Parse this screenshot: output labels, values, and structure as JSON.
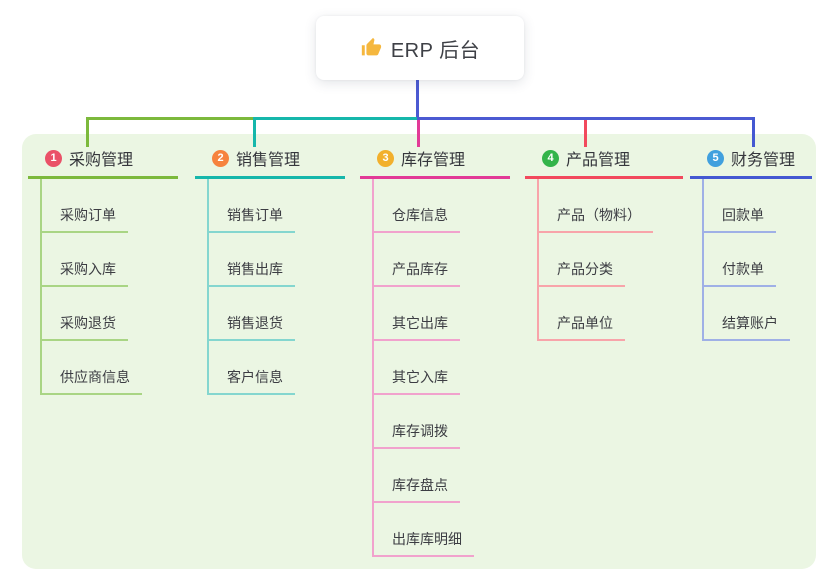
{
  "root": {
    "title": "ERP 后台",
    "icon": "thumbs-up-icon"
  },
  "colors": {
    "canvas_bg": "#ffffff",
    "panel_bg": "#ebf6e3",
    "root_line": "#4b5ad2",
    "root_card_bg": "#ffffff",
    "title_text": "#3e4046",
    "node_text": "#3c3d43",
    "thumb_icon": "#f5b73e"
  },
  "branches": [
    {
      "num": "1",
      "name": "采购管理",
      "color": "#7cb93c",
      "light": "#a9d584",
      "badge": "#ea5168",
      "items": [
        "采购订单",
        "采购入库",
        "采购退货",
        "供应商信息"
      ]
    },
    {
      "num": "2",
      "name": "销售管理",
      "color": "#16b7ab",
      "light": "#84d6cf",
      "badge": "#f6833e",
      "items": [
        "销售订单",
        "销售出库",
        "销售退货",
        "客户信息"
      ]
    },
    {
      "num": "3",
      "name": "库存管理",
      "color": "#e23a97",
      "light": "#f1a2cd",
      "badge": "#f2b02c",
      "items": [
        "仓库信息",
        "产品库存",
        "其它出库",
        "其它入库",
        "库存调拨",
        "库存盘点",
        "出库库明细"
      ]
    },
    {
      "num": "4",
      "name": "产品管理",
      "color": "#f2495d",
      "light": "#f8a4aa",
      "badge": "#33b44a",
      "items": [
        "产品（物料）",
        "产品分类",
        "产品单位"
      ]
    },
    {
      "num": "5",
      "name": "财务管理",
      "color": "#4458d2",
      "light": "#9fb0e6",
      "badge": "#41a0de",
      "items": [
        "回款单",
        "付款单",
        "结算账户"
      ]
    }
  ]
}
